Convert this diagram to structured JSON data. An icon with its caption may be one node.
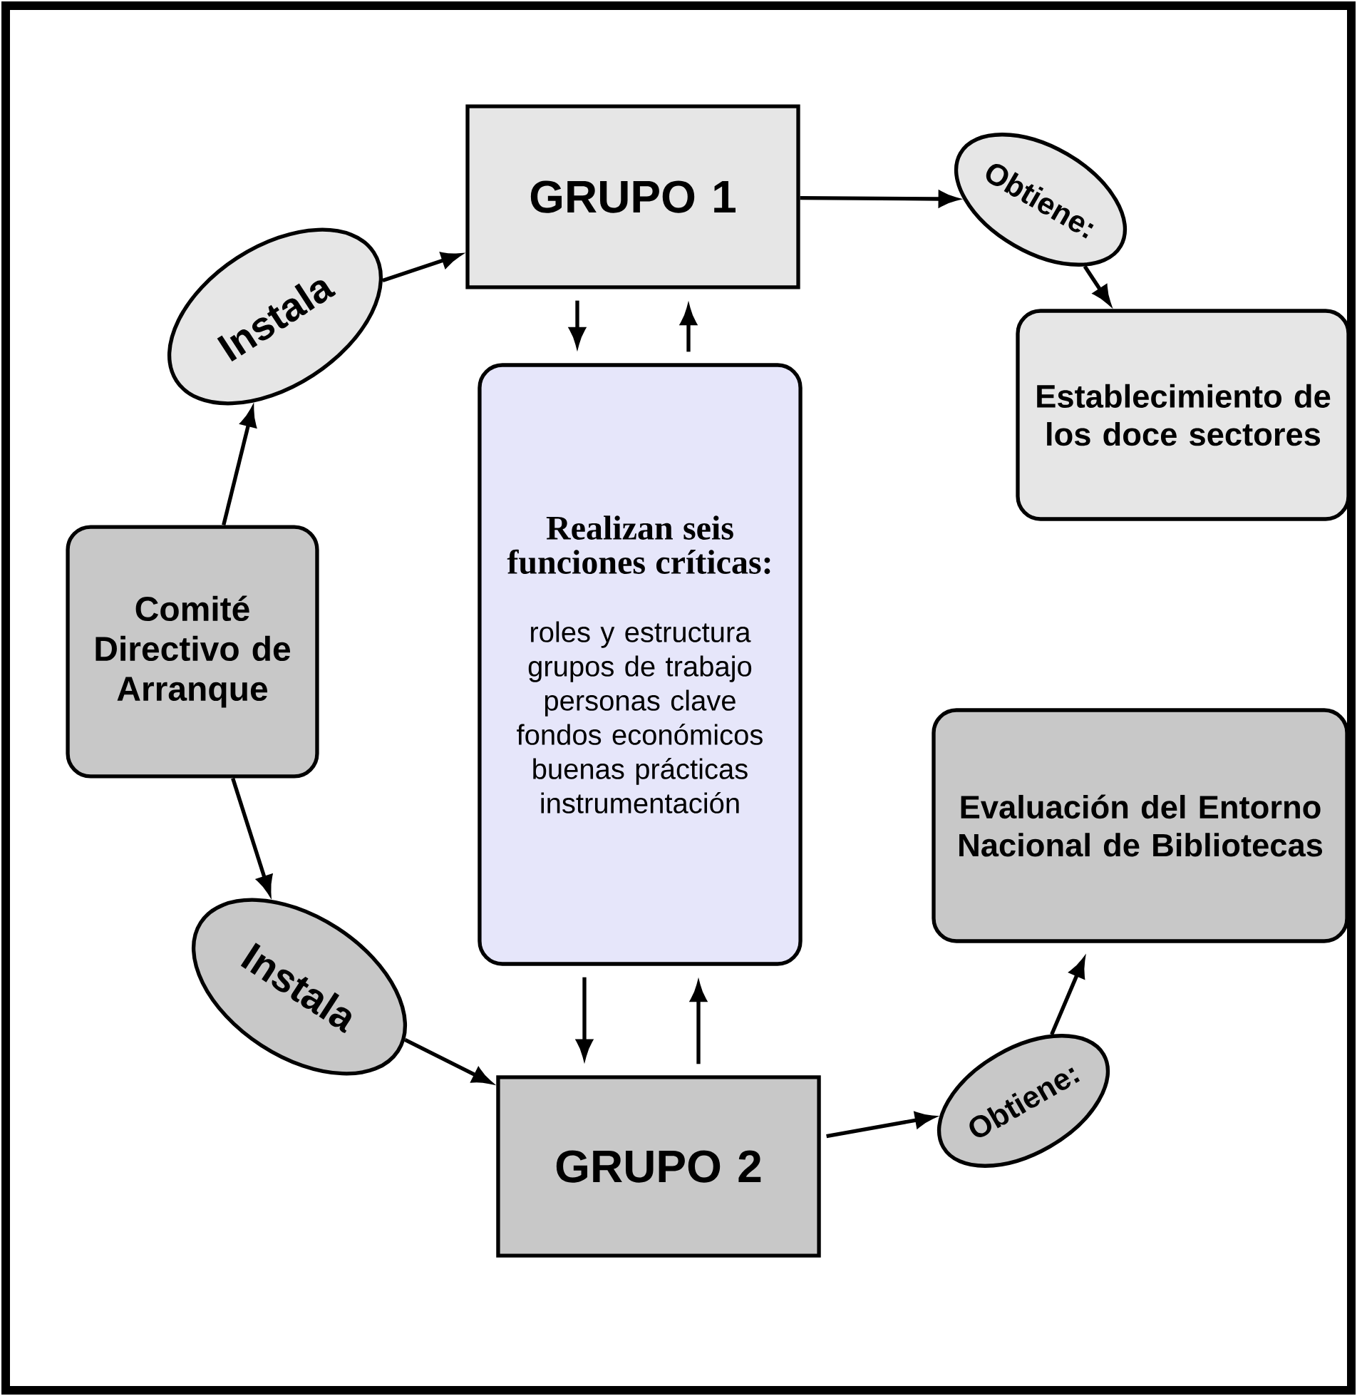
{
  "diagram": {
    "nodes": [
      {
        "text": [
          "Comité Directivo de Arranque"
        ]
      },
      {
        "text": [
          "Instala"
        ]
      },
      {
        "text": [
          "GRUPO 1"
        ]
      },
      {
        "text": [
          "Obtiene:"
        ]
      },
      {
        "text": [
          "Establecimiento de los doce sectores"
        ]
      },
      {
        "text": [
          "Realizan seis funciones críticas:",
          "roles y estructura",
          "grupos de trabajo",
          "personas clave",
          "fondos económicos",
          "buenas prácticas",
          "instrumentación"
        ]
      },
      {
        "text": [
          "Instala"
        ]
      },
      {
        "text": [
          "GRUPO 2"
        ]
      },
      {
        "text": [
          "Obtiene:"
        ]
      },
      {
        "text": [
          "Evaluación del Entorno Nacional de Bibliotecas"
        ]
      }
    ],
    "edges": [
      {
        "from": 0,
        "to": 1,
        "arrow": "to"
      },
      {
        "from": 1,
        "to": 2,
        "arrow": "to"
      },
      {
        "from": 2,
        "to": 3,
        "arrow": "to"
      },
      {
        "from": 3,
        "to": 4,
        "arrow": "to"
      },
      {
        "from": 2,
        "to": 5,
        "arrow": "to"
      },
      {
        "from": 5,
        "to": 2,
        "arrow": "to"
      },
      {
        "from": 0,
        "to": 6,
        "arrow": "to"
      },
      {
        "from": 6,
        "to": 7,
        "arrow": "to"
      },
      {
        "from": 5,
        "to": 7,
        "arrow": "to"
      },
      {
        "from": 7,
        "to": 5,
        "arrow": "to"
      },
      {
        "from": 7,
        "to": 8,
        "arrow": "to"
      },
      {
        "from": 8,
        "to": 9,
        "arrow": "to"
      }
    ]
  }
}
